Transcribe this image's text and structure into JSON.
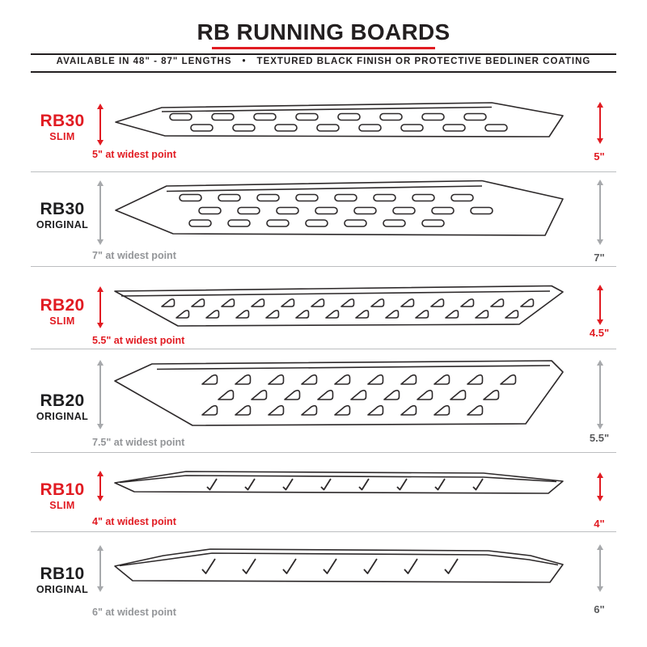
{
  "header": {
    "title": "RB RUNNING BOARDS",
    "subtitle_left": "AVAILABLE IN 48\" - 87\" LENGTHS",
    "separator": "•",
    "subtitle_right": "TEXTURED BLACK FINISH OR PROTECTIVE BEDLINER COATING"
  },
  "colors": {
    "accent_red": "#e11b22",
    "text_dark": "#231f20",
    "note_gray": "#939598",
    "arrow_gray": "#a7a9ac",
    "divider_gray": "#bcbec0"
  },
  "rows": [
    {
      "model": "RB30",
      "variant": "SLIM",
      "style": "slim",
      "width_note": "5\" at widest point",
      "height_note": "5\""
    },
    {
      "model": "RB30",
      "variant": "ORIGINAL",
      "style": "original",
      "width_note": "7\" at widest point",
      "height_note": "7\""
    },
    {
      "model": "RB20",
      "variant": "SLIM",
      "style": "slim",
      "width_note": "5.5\" at widest point",
      "height_note": "4.5\""
    },
    {
      "model": "RB20",
      "variant": "ORIGINAL",
      "style": "original",
      "width_note": "7.5\" at widest point",
      "height_note": "5.5\""
    },
    {
      "model": "RB10",
      "variant": "SLIM",
      "style": "slim",
      "width_note": "4\" at widest point",
      "height_note": "4\""
    },
    {
      "model": "RB10",
      "variant": "ORIGINAL",
      "style": "original",
      "width_note": "6\" at widest point",
      "height_note": "6\""
    }
  ]
}
